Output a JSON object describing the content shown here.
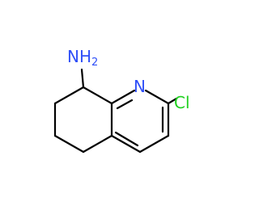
{
  "molecule": {
    "atoms": {
      "amine": {
        "symbol": "NH",
        "subscript": "2",
        "color": "#3050F8"
      },
      "ring_nitrogen": {
        "symbol": "N",
        "color": "#3050F8"
      },
      "chlorine": {
        "symbol": "Cl",
        "color": "#1FD01F"
      }
    },
    "bond_color": "#000000",
    "background": "#ffffff"
  }
}
